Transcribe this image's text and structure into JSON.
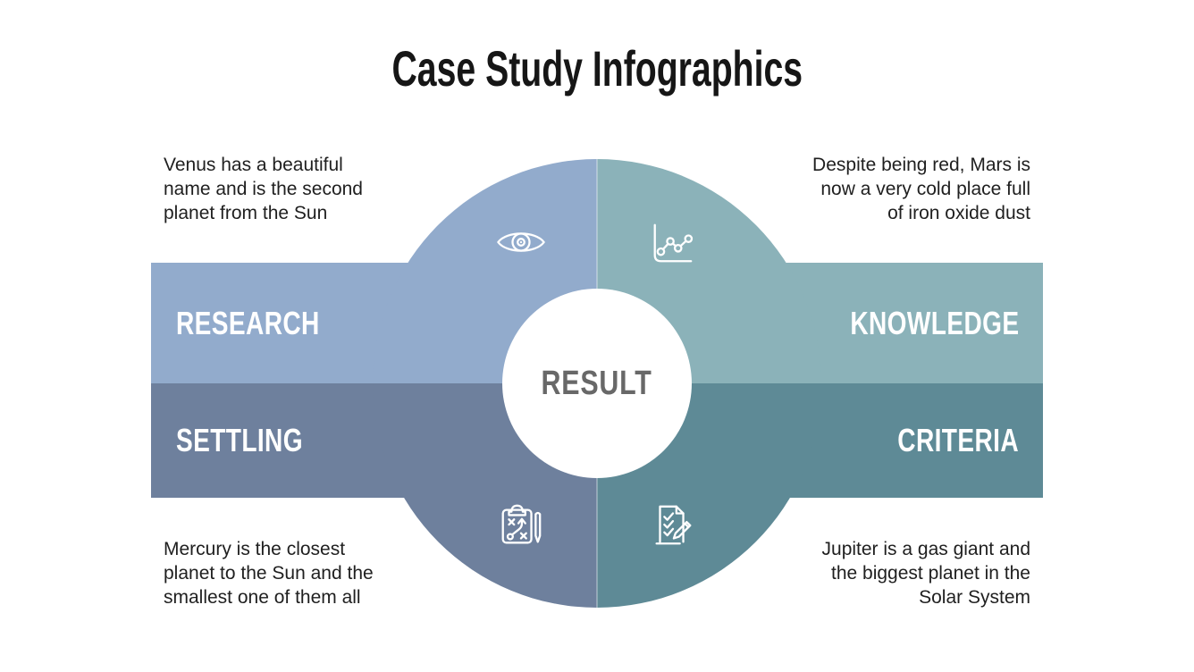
{
  "title": "Case Study Infographics",
  "center": {
    "label": "RESULT"
  },
  "quadrants": {
    "research": {
      "label": "RESEARCH",
      "description": "Venus has a beautiful\nname and is the second\nplanet from the Sun",
      "color": "#92abcc",
      "icon": "eye-icon"
    },
    "knowledge": {
      "label": "KNOWLEDGE",
      "description": "Despite being red, Mars is\nnow a very cold place full\nof iron oxide dust",
      "color": "#8bb2b9",
      "icon": "line-chart-icon"
    },
    "settling": {
      "label": "SETTLING",
      "description": "Mercury is the closest\nplanet to the Sun and the\nsmallest one of them all",
      "color": "#6e809d",
      "icon": "strategy-clipboard-icon"
    },
    "criteria": {
      "label": "CRITERIA",
      "description": "Jupiter is a gas giant and\nthe biggest planet in the\nSolar System",
      "color": "#5e8a96",
      "icon": "checklist-pencil-icon"
    }
  },
  "text_color": "#1f1f1f",
  "label_color": "#ffffff",
  "result_color": "#686868"
}
